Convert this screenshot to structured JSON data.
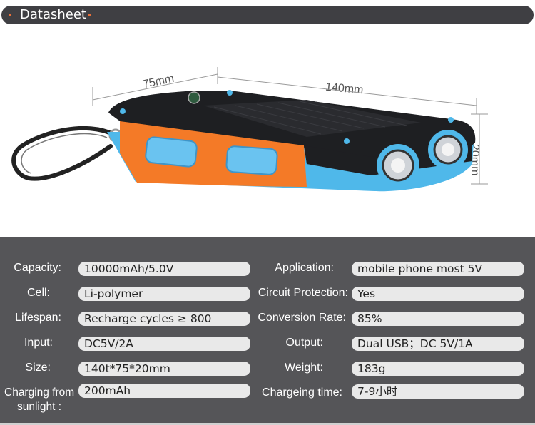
{
  "header": {
    "title": "Datasheet"
  },
  "dimensions": {
    "width": "75mm",
    "length": "140mm",
    "height": "20mm"
  },
  "specs": [
    {
      "label": "Capacity:",
      "value": "10000mAh/5.0V"
    },
    {
      "label": "Application:",
      "value": "mobile phone most 5V"
    },
    {
      "label": "Cell:",
      "value": "Li-polymer"
    },
    {
      "label": "Circuit Protection:",
      "value": "Yes"
    },
    {
      "label": "Lifespan:",
      "value": "Recharge cycles ≥ 800"
    },
    {
      "label": "Conversion Rate:",
      "value": "85%"
    },
    {
      "label": "Input:",
      "value": "DC5V/2A"
    },
    {
      "label": "Output:",
      "value": "Dual USB；DC 5V/1A"
    },
    {
      "label": "Size:",
      "value": "140t*75*20mm"
    },
    {
      "label": "Weight:",
      "value": "183g"
    },
    {
      "label_line1": "Charging from",
      "label_line2": "sunlight :",
      "value": "200mAh"
    },
    {
      "label": "Chargeing time:",
      "value": "7-9小时"
    }
  ],
  "colors": {
    "orange": "#f47a27",
    "blue": "#4fb8ea",
    "panel": "#555558",
    "header": "#3f3f43"
  }
}
